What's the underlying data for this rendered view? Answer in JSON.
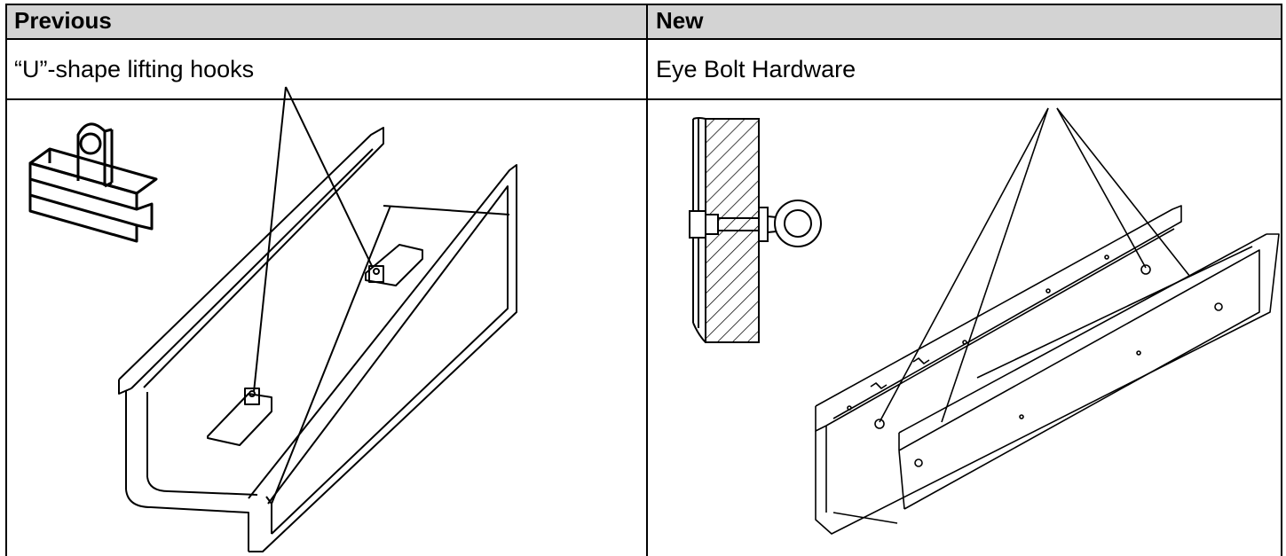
{
  "table": {
    "headers": [
      "Previous",
      "New"
    ],
    "descriptions": [
      "“U”-shape lifting hooks",
      "Eye Bolt Hardware"
    ]
  }
}
